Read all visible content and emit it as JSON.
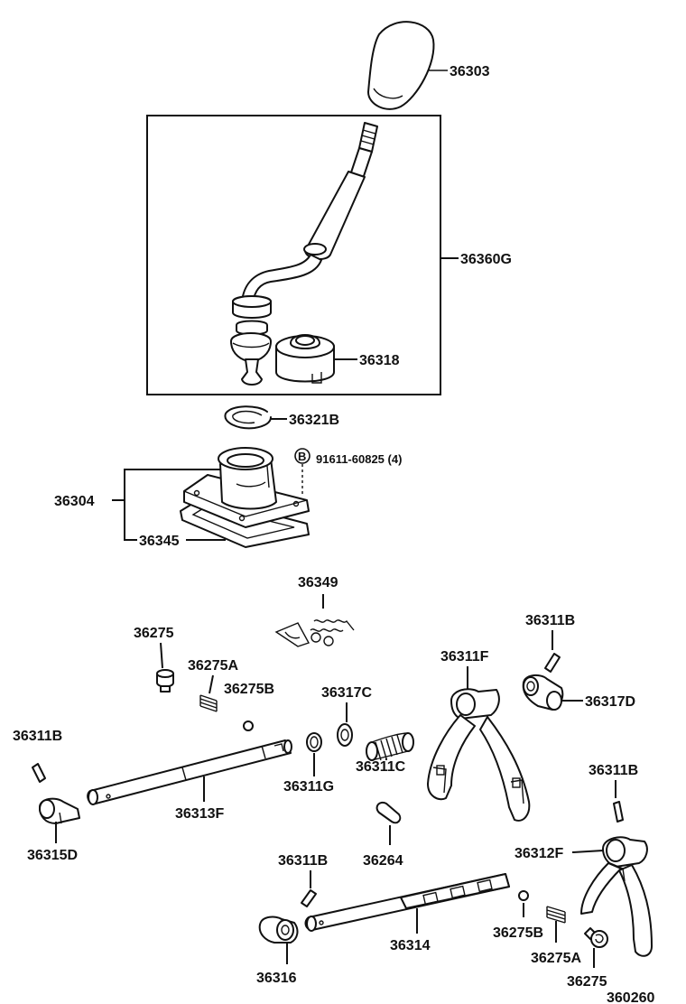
{
  "diagram": {
    "labels": {
      "p36303": "36303",
      "p36360G": "36360G",
      "p36318": "36318",
      "p36321B": "36321B",
      "bolt_symbol": "B",
      "p91611": "91611-60825 (4)",
      "p36304": "36304",
      "p36345": "36345",
      "p36349": "36349",
      "p36275_top": "36275",
      "p36275A_top": "36275A",
      "p36275B_top": "36275B",
      "p36317C": "36317C",
      "p36311F": "36311F",
      "p36311B_top_right": "36311B",
      "p36317D": "36317D",
      "p36311B_left": "36311B",
      "p36311G": "36311G",
      "p36311C": "36311C",
      "p36313F": "36313F",
      "p36315D": "36315D",
      "p36264": "36264",
      "p36311B_right": "36311B",
      "p36312F": "36312F",
      "p36311B_bottom": "36311B",
      "p36314": "36314",
      "p36275B_bottom": "36275B",
      "p36275A_bottom": "36275A",
      "p36275_bottom": "36275",
      "p36316": "36316",
      "figure_code": "360260"
    }
  }
}
